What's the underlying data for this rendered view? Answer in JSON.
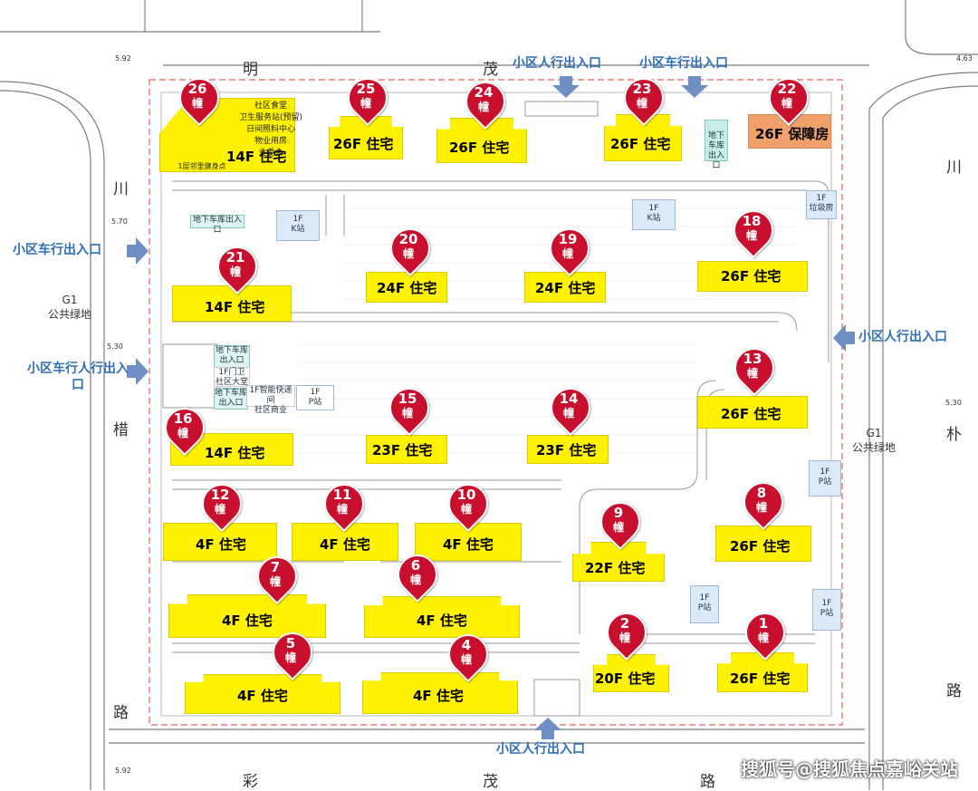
{
  "roads": {
    "north": [
      "明",
      "茂"
    ],
    "west": [
      "川",
      "棤",
      "路"
    ],
    "east": [
      "川",
      "朴",
      "路"
    ],
    "south": [
      "彩",
      "茂",
      "路"
    ]
  },
  "green_labels": {
    "west_line1": "G1",
    "west_line2": "公共绿地",
    "east_line1": "G1",
    "east_line2": "公共绿地"
  },
  "scale_labels": {
    "nw": "5.92",
    "ne": "4.63",
    "sw": "5.92",
    "w1": "5.70",
    "w2": "5.30",
    "e1": "5.30"
  },
  "entrances": [
    {
      "id": "north-pedestrian",
      "label": "小区人行出入口"
    },
    {
      "id": "north-vehicle",
      "label": "小区车行出入口"
    },
    {
      "id": "west-vehicle",
      "label": "小区车行出入口"
    },
    {
      "id": "west-mixed",
      "label": "小区车行人行出入口"
    },
    {
      "id": "east-pedestrian",
      "label": "小区人行出入口"
    },
    {
      "id": "south-pedestrian",
      "label": "小区人行出入口"
    }
  ],
  "buildings": [
    {
      "num": "26",
      "unit": "幢",
      "name": "14F 住宅"
    },
    {
      "num": "25",
      "unit": "幢",
      "name": "26F 住宅"
    },
    {
      "num": "24",
      "unit": "幢",
      "name": "26F 住宅"
    },
    {
      "num": "23",
      "unit": "幢",
      "name": "26F 住宅"
    },
    {
      "num": "22",
      "unit": "幢",
      "name": "26F 保障房"
    },
    {
      "num": "21",
      "unit": "幢",
      "name": "14F 住宅"
    },
    {
      "num": "20",
      "unit": "幢",
      "name": "24F 住宅"
    },
    {
      "num": "19",
      "unit": "幢",
      "name": "24F 住宅"
    },
    {
      "num": "18",
      "unit": "幢",
      "name": "26F 住宅"
    },
    {
      "num": "16",
      "unit": "幢",
      "name": "14F 住宅"
    },
    {
      "num": "15",
      "unit": "幢",
      "name": "23F 住宅"
    },
    {
      "num": "14",
      "unit": "幢",
      "name": "23F 住宅"
    },
    {
      "num": "13",
      "unit": "幢",
      "name": "26F 住宅"
    },
    {
      "num": "12",
      "unit": "幢",
      "name": "4F 住宅"
    },
    {
      "num": "11",
      "unit": "幢",
      "name": "4F 住宅"
    },
    {
      "num": "10",
      "unit": "幢",
      "name": "4F 住宅"
    },
    {
      "num": "9",
      "unit": "幢",
      "name": "22F 住宅"
    },
    {
      "num": "8",
      "unit": "幢",
      "name": "26F 住宅"
    },
    {
      "num": "7",
      "unit": "幢",
      "name": "4F 住宅"
    },
    {
      "num": "6",
      "unit": "幢",
      "name": "4F 住宅"
    },
    {
      "num": "2",
      "unit": "幢",
      "name": "20F 住宅"
    },
    {
      "num": "1",
      "unit": "幢",
      "name": "26F 住宅"
    },
    {
      "num": "5",
      "unit": "幢",
      "name": "4F 住宅"
    },
    {
      "num": "4",
      "unit": "幢",
      "name": "4F 住宅"
    }
  ],
  "building26_notes": [
    "社区食堂",
    "卫生服务站(预留)",
    "日间照料中心",
    "物业用房",
    "业委会"
  ],
  "building26_gym": "1层邻里健身点",
  "facilities": {
    "k_station_1": {
      "l1": "1F",
      "l2": "K站"
    },
    "k_station_2": {
      "l1": "1F",
      "l2": "K站"
    },
    "garbage": {
      "l1": "1F",
      "l2": "垃圾房"
    },
    "p_station_west": {
      "l1": "1F",
      "l2": "P站"
    },
    "p_station_east": {
      "l1": "1F",
      "l2": "P站"
    },
    "p_station_center": {
      "l1": "1F",
      "l2": "P站"
    },
    "p_station_se": {
      "l1": "1F",
      "l2": "P站"
    }
  },
  "small_labels": {
    "garage_nw": "地下车库出入口",
    "garage_ne_1": "地下车库",
    "garage_ne_2": "出入口",
    "garage_w_1": "地下车库",
    "garage_w_2": "出入口",
    "gate_1": "1F门卫",
    "gate_2": "社区大堂",
    "garage_w3_1": "地下车库",
    "garage_w3_2": "出入口",
    "express_1": "1F智能快递间",
    "express_2": "社区商业"
  },
  "watermark": "搜狐号@搜狐焦点嘉峪关站",
  "colors": {
    "building": "#fff200",
    "pin": "#c8102e",
    "entrance_text": "#2f6fb7",
    "arrow": "#6f8fc4",
    "boundary": "#e06060",
    "guarantee_housing": "#f0a06a"
  }
}
